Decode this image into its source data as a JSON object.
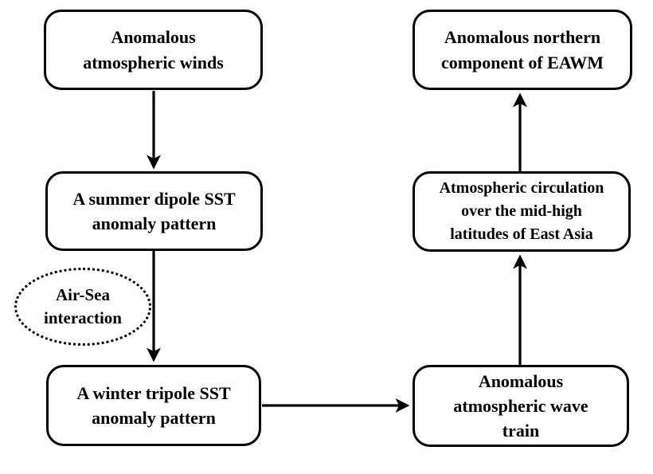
{
  "diagram": {
    "type": "flowchart",
    "background_color": "#ffffff",
    "stroke_color": "#000000",
    "nodes": {
      "anomalous_winds": {
        "shape": "rounded-rect",
        "lines": [
          "Anomalous",
          "atmospheric winds"
        ],
        "text": "Anomalous atmospheric winds"
      },
      "summer_dipole": {
        "shape": "rounded-rect",
        "lines": [
          "A summer dipole SST",
          "anomaly pattern"
        ],
        "text": "A summer dipole SST anomaly pattern"
      },
      "air_sea_interaction": {
        "shape": "dotted-ellipse",
        "lines": [
          "Air-Sea",
          "interaction"
        ],
        "text": "Air-Sea interaction"
      },
      "winter_tripole": {
        "shape": "rounded-rect",
        "lines": [
          "A winter tripole SST",
          "anomaly pattern"
        ],
        "text": "A winter tripole SST anomaly pattern"
      },
      "eawm_northern": {
        "shape": "rounded-rect",
        "lines": [
          "Anomalous northern",
          "component of EAWM"
        ],
        "text": "Anomalous northern component of EAWM"
      },
      "atmos_circulation": {
        "shape": "rounded-rect",
        "lines": [
          "Atmospheric circulation",
          "over the mid-high",
          "latitudes of East Asia"
        ],
        "text": "Atmospheric circulation over the mid-high latitudes of East Asia"
      },
      "wave_train": {
        "shape": "rounded-rect",
        "lines": [
          "Anomalous",
          "atmospheric wave",
          "train"
        ],
        "text": "Anomalous atmospheric wave train"
      }
    },
    "edges": [
      {
        "from": "anomalous_winds",
        "to": "summer_dipole",
        "style": "solid-arrow",
        "direction": "down"
      },
      {
        "from": "summer_dipole",
        "to": "winter_tripole",
        "style": "solid-arrow",
        "direction": "down",
        "adjacent_label_node": "air_sea_interaction"
      },
      {
        "from": "winter_tripole",
        "to": "wave_train",
        "style": "solid-arrow",
        "direction": "right"
      },
      {
        "from": "wave_train",
        "to": "atmos_circulation",
        "style": "solid-arrow",
        "direction": "up"
      },
      {
        "from": "atmos_circulation",
        "to": "eawm_northern",
        "style": "solid-arrow",
        "direction": "up"
      }
    ]
  }
}
